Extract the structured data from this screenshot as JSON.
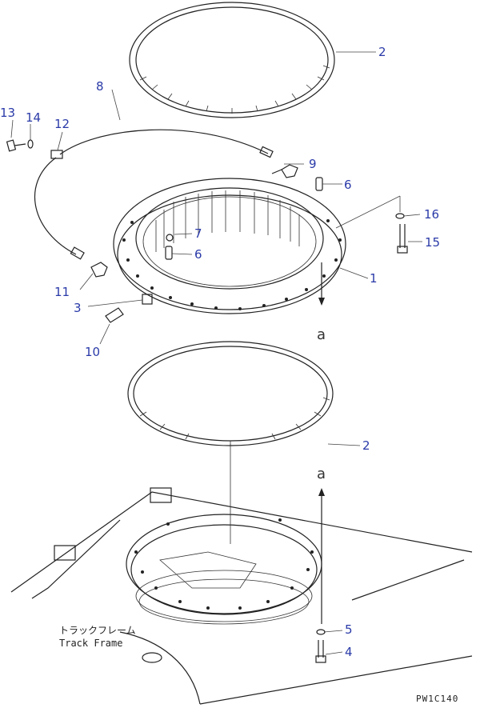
{
  "callouts": {
    "c1": "1",
    "c2a": "2",
    "c2b": "2",
    "c3": "3",
    "c4": "4",
    "c5": "5",
    "c6a": "6",
    "c6b": "6",
    "c7": "7",
    "c8": "8",
    "c9": "9",
    "c10": "10",
    "c11": "11",
    "c12": "12",
    "c13": "13",
    "c14": "14",
    "c15": "15",
    "c16": "16"
  },
  "markers": {
    "view_a_top": "a",
    "view_a_bottom": "a"
  },
  "caption": {
    "jp": "トラックフレーム",
    "en": "Track Frame"
  },
  "drawing_code": "PW1C140"
}
